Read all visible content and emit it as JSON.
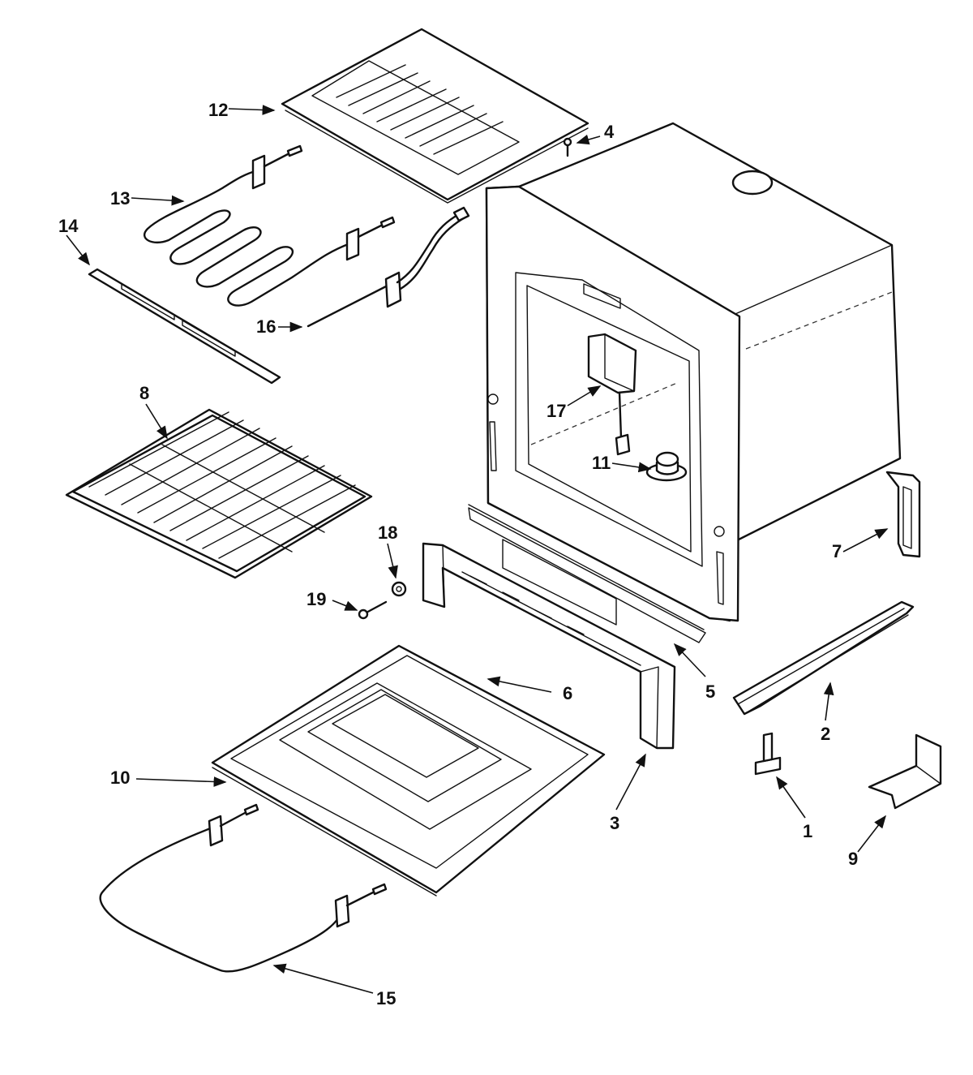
{
  "callouts": {
    "c1": "1",
    "c2": "2",
    "c3": "3",
    "c4": "4",
    "c5": "5",
    "c6": "6",
    "c7": "7",
    "c8": "8",
    "c9": "9",
    "c10": "10",
    "c11": "11",
    "c12": "12",
    "c13": "13",
    "c14": "14",
    "c15": "15",
    "c16": "16",
    "c17": "17",
    "c18": "18",
    "c19": "19"
  },
  "colors": {
    "line": "#111111",
    "background": "#ffffff"
  }
}
